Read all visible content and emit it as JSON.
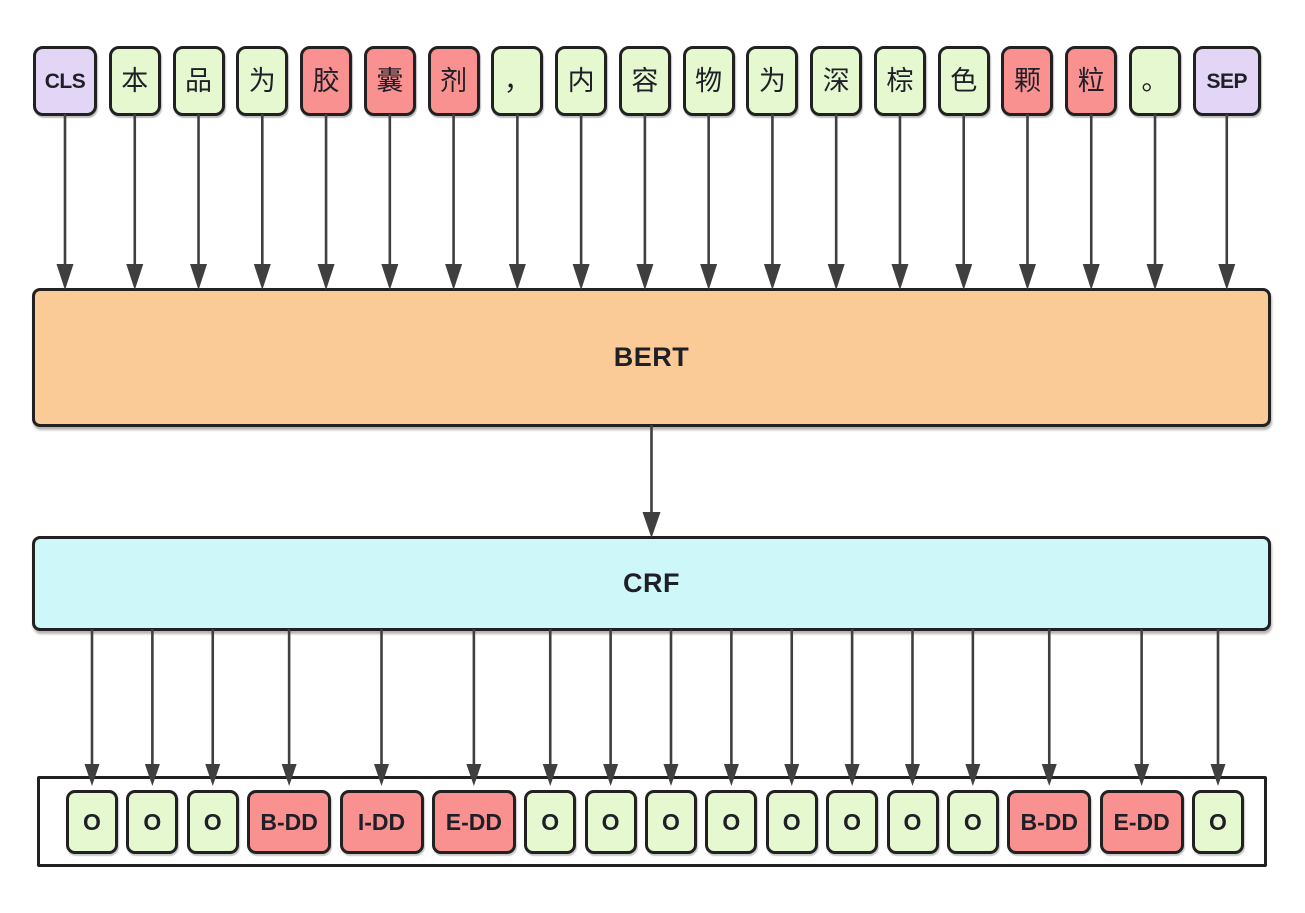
{
  "input_row": {
    "tokens": [
      {
        "text": "CLS",
        "type": "special"
      },
      {
        "text": "本",
        "type": "plain"
      },
      {
        "text": "品",
        "type": "plain"
      },
      {
        "text": "为",
        "type": "plain"
      },
      {
        "text": "胶",
        "type": "entity"
      },
      {
        "text": "囊",
        "type": "entity"
      },
      {
        "text": "剂",
        "type": "entity"
      },
      {
        "text": "，",
        "type": "plain"
      },
      {
        "text": "内",
        "type": "plain"
      },
      {
        "text": "容",
        "type": "plain"
      },
      {
        "text": "物",
        "type": "plain"
      },
      {
        "text": "为",
        "type": "plain"
      },
      {
        "text": "深",
        "type": "plain"
      },
      {
        "text": "棕",
        "type": "plain"
      },
      {
        "text": "色",
        "type": "plain"
      },
      {
        "text": "颗",
        "type": "entity"
      },
      {
        "text": "粒",
        "type": "entity"
      },
      {
        "text": "。",
        "type": "plain"
      },
      {
        "text": "SEP",
        "type": "special"
      }
    ]
  },
  "bert": {
    "label": "BERT"
  },
  "crf": {
    "label": "CRF"
  },
  "output_row": {
    "labels": [
      {
        "text": "O",
        "type": "plain"
      },
      {
        "text": "O",
        "type": "plain"
      },
      {
        "text": "O",
        "type": "plain"
      },
      {
        "text": "B-DD",
        "type": "entity"
      },
      {
        "text": "I-DD",
        "type": "entity"
      },
      {
        "text": "E-DD",
        "type": "entity"
      },
      {
        "text": "O",
        "type": "plain"
      },
      {
        "text": "O",
        "type": "plain"
      },
      {
        "text": "O",
        "type": "plain"
      },
      {
        "text": "O",
        "type": "plain"
      },
      {
        "text": "O",
        "type": "plain"
      },
      {
        "text": "O",
        "type": "plain"
      },
      {
        "text": "O",
        "type": "plain"
      },
      {
        "text": "O",
        "type": "plain"
      },
      {
        "text": "B-DD",
        "type": "entity"
      },
      {
        "text": "E-DD",
        "type": "entity"
      },
      {
        "text": "O",
        "type": "plain"
      }
    ]
  },
  "colors": {
    "canvas-bg": "#FFFFFF",
    "token-special": "#E3D5F5",
    "token-plain": "#E6F8D0",
    "token-entity": "#F99191",
    "bert-fill": "#FACB97",
    "crf-fill": "#CDF7F8",
    "box-border": "#212121",
    "arrow": "#3F3F3F",
    "text": "#1F1F28"
  }
}
